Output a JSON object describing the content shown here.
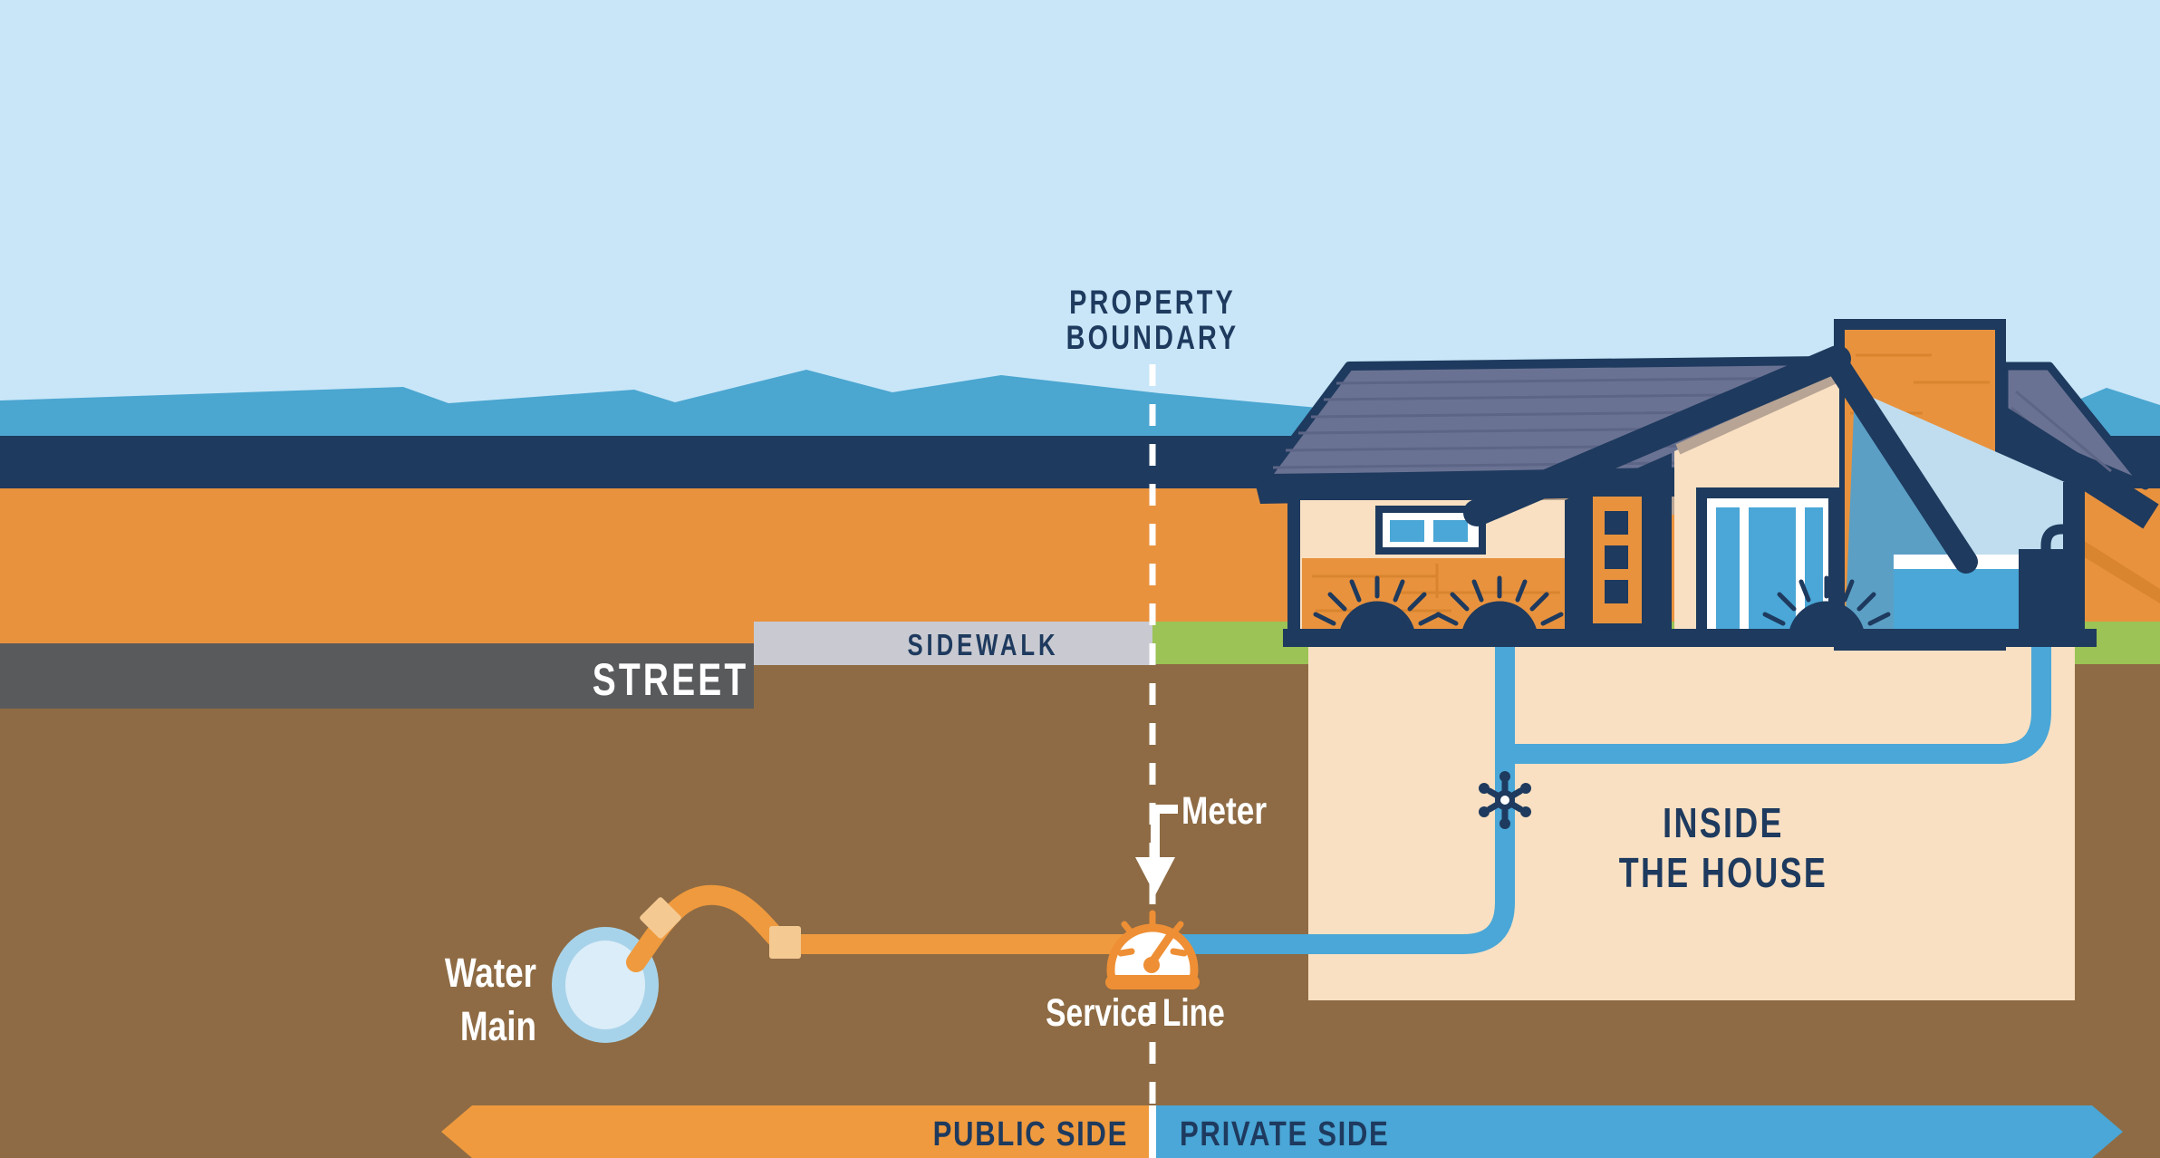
{
  "title": "Water Service Line Diagram",
  "labels": {
    "property_boundary": {
      "line1": "PROPERTY",
      "line2": "BOUNDARY"
    },
    "street": "STREET",
    "sidewalk": "SIDEWALK",
    "meter": "Meter",
    "service_line": "Service Line",
    "water_main": {
      "line1": "Water",
      "line2": "Main"
    },
    "inside_the_house": {
      "line1": "INSIDE",
      "line2": "THE HOUSE"
    },
    "banners": {
      "public": "PUBLIC SIDE",
      "private": "PRIVATE SIDE"
    }
  },
  "colors": {
    "sky": "#c8e6f8",
    "mountains": "#4ba6d0",
    "horizon_navy_band": "#1e3a5e",
    "upper_ground_orange": "#e8923e",
    "street_gray": "#595a5c",
    "sidewalk_gray": "#c9cad1",
    "grass_green": "#9bc355",
    "soil_brown": "#8e6b44",
    "house_cream": "#f9e0c2",
    "roof_gray": "#6a7293",
    "structure_navy": "#1e3a5e",
    "pipe_private_blue": "#4aa7d7",
    "pipe_public_orange": "#ef9a3e",
    "connector_tan": "#f4c992",
    "water_main_ring": "#a7d3ea",
    "water_main_fill": "#dbedf8",
    "meter_orange": "#ee8f35",
    "bathroom_light_blue": "#bfddef",
    "label_navy": "#1e3a5e",
    "label_white": "#ffffff"
  }
}
